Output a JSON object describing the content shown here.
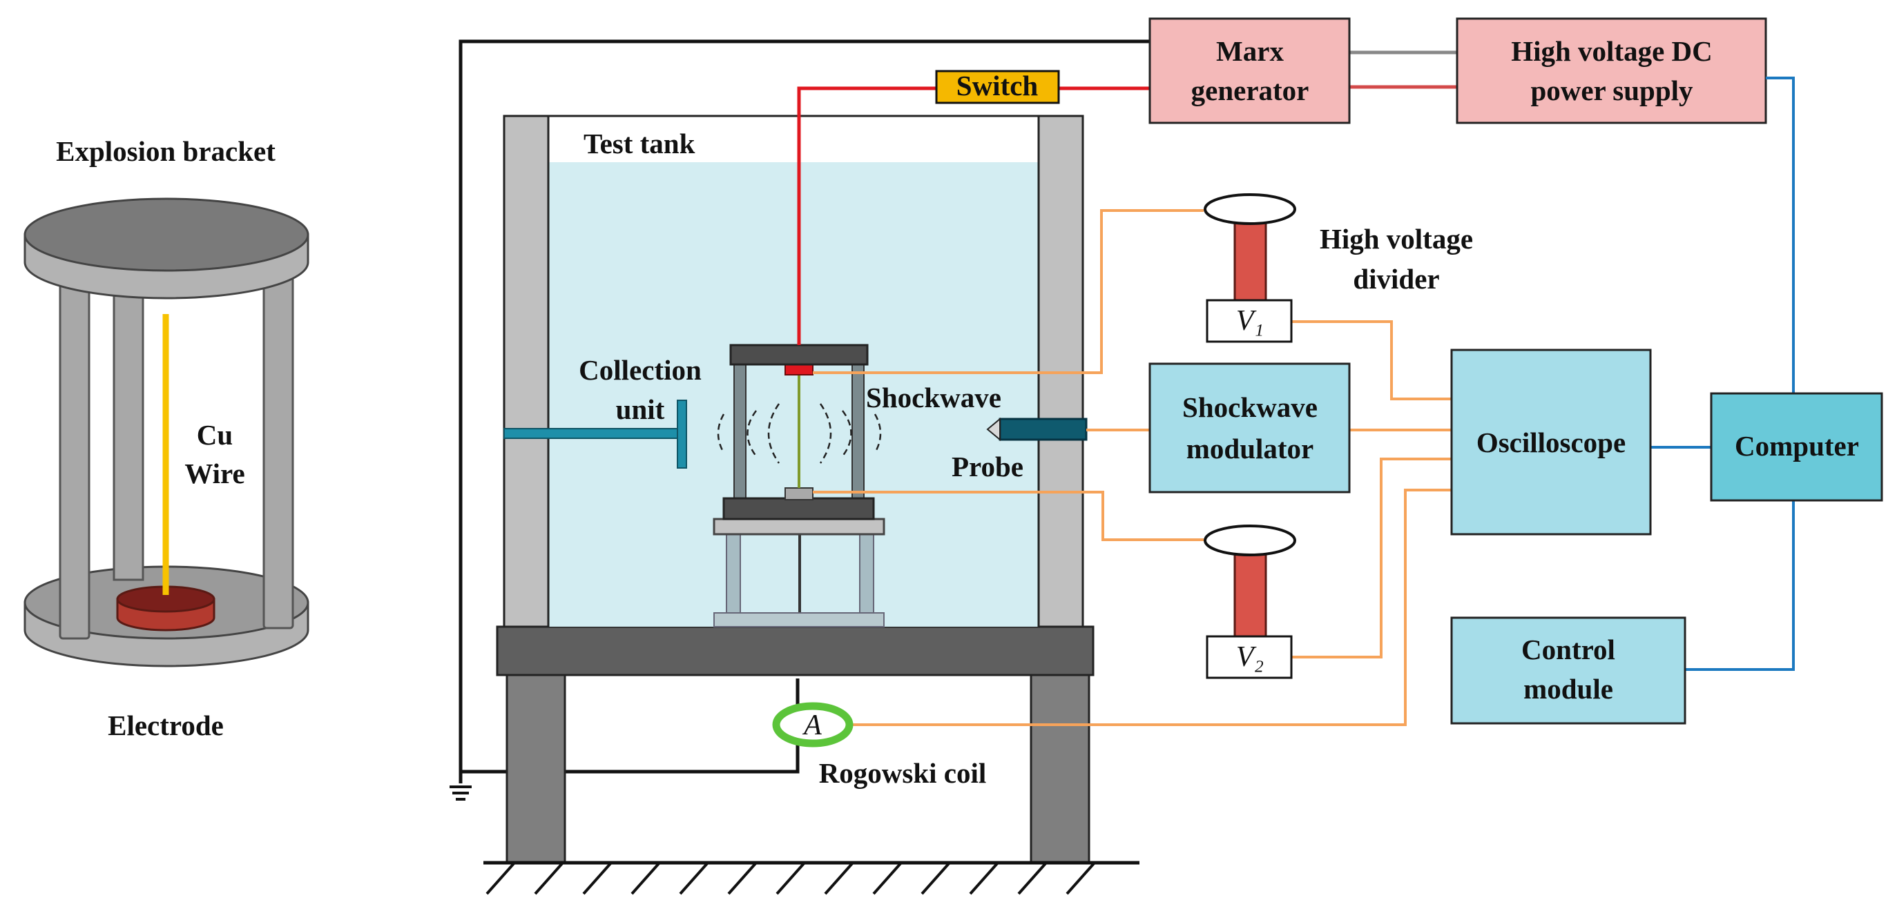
{
  "labels": {
    "explosion_bracket": "Explosion bracket",
    "cu": "Cu",
    "wire": "Wire",
    "electrode": "Electrode",
    "test_tank": "Test tank",
    "collection": "Collection",
    "unit": "unit",
    "shockwave": "Shockwave",
    "probe": "Probe",
    "switch": "Switch",
    "marx_line1": "Marx",
    "marx_line2": "generator",
    "hvdc_line1": "High voltage DC",
    "hvdc_line2": "power supply",
    "hv_divider_line1": "High voltage",
    "hv_divider_line2": "divider",
    "v1": "V₁",
    "v2": "V₂",
    "shock_mod_line1": "Shockwave",
    "shock_mod_line2": "modulator",
    "oscilloscope": "Oscilloscope",
    "computer": "Computer",
    "control_line1": "Control",
    "control_line2": "module",
    "rogowski": "Rogowski coil",
    "ammeter": "A"
  },
  "colors": {
    "pink_box": "#f4b9b9",
    "cyan_box": "#a6dde9",
    "computer_box": "#69c9d9",
    "switch_box": "#f5b800",
    "water": "#d3edf2",
    "hv_line": "#e0171f",
    "signal_line": "#f6a35a",
    "data_line": "#1c79c0",
    "wire_yellow": "#f7c200",
    "divider_red": "#d9534a",
    "coil_green": "#5cc43a"
  }
}
